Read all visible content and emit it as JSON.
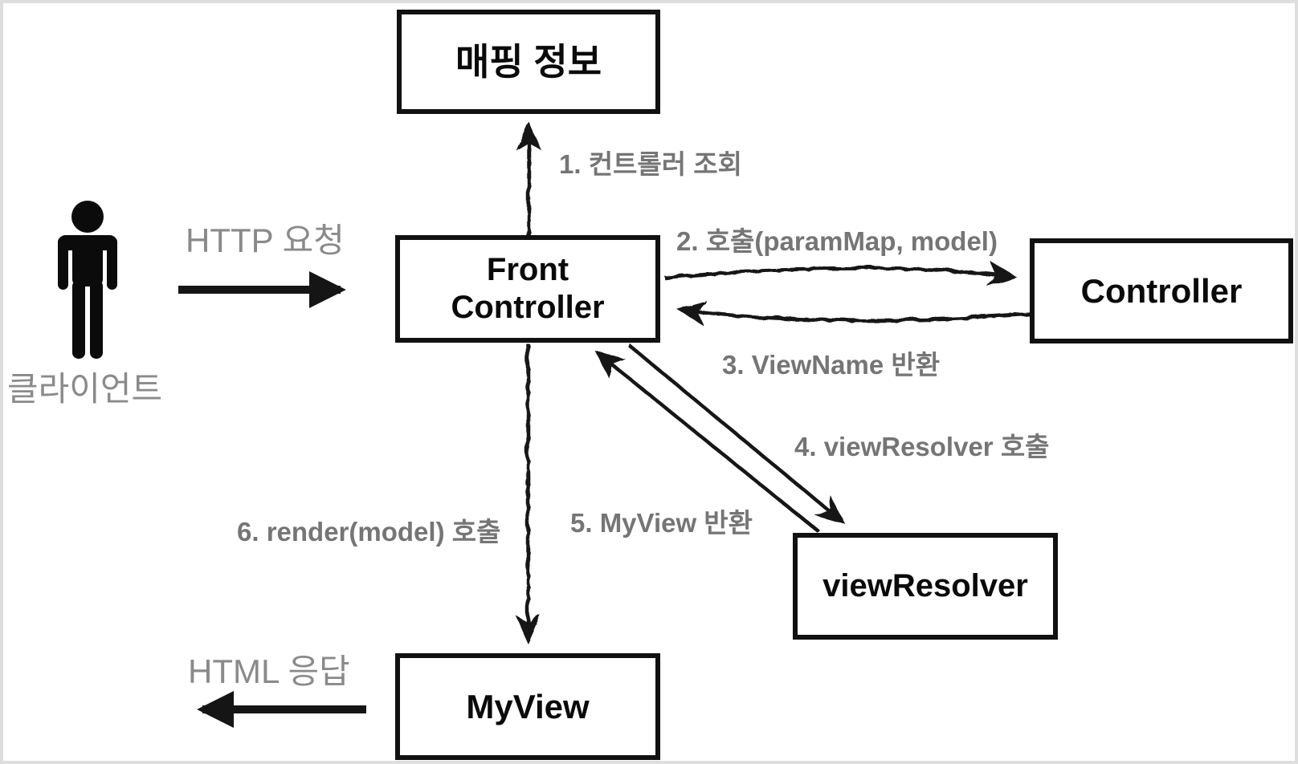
{
  "diagram": {
    "boxes": {
      "mapping_info": {
        "label": "매핑 정보"
      },
      "front_controller": {
        "line1": "Front",
        "line2": "Controller"
      },
      "controller": {
        "label": "Controller"
      },
      "view_resolver": {
        "label": "viewResolver"
      },
      "my_view": {
        "label": "MyView"
      }
    },
    "actor": {
      "label": "클라이언트"
    },
    "flow_labels": {
      "http_request": "HTTP 요청",
      "html_response": "HTML 응답",
      "step1": "1. 컨트롤러 조회",
      "step2": "2. 호출(paramMap, model)",
      "step3": "3. ViewName 반환",
      "step4": "4. viewResolver 호출",
      "step5": "5. MyView 반환",
      "step6": "6. render(model) 호출"
    },
    "colors": {
      "box_border": "#111111",
      "arrow_black": "#151515",
      "step_label_gray": "#757575",
      "plain_label_gray": "#8a8a8a",
      "canvas_border": "#dedede",
      "background": "#ffffff"
    }
  }
}
